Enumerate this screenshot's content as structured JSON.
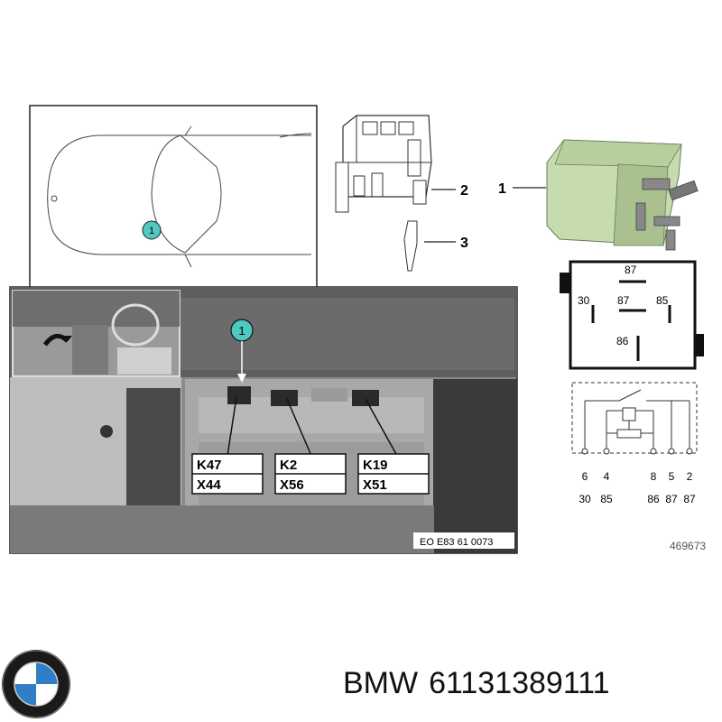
{
  "callouts": {
    "relay": "1",
    "housing": "2",
    "terminal": "3",
    "car_marker": "1",
    "photo_marker": "1"
  },
  "labels": [
    {
      "top": "K47",
      "bottom": "X44"
    },
    {
      "top": "K2",
      "bottom": "X56"
    },
    {
      "top": "K19",
      "bottom": "X51"
    }
  ],
  "photo_code": "EO E83 61 0073",
  "relay_pins": {
    "top": "87",
    "left": "30",
    "center": "87",
    "right": "85",
    "bottom": "86"
  },
  "schematic": {
    "pin_numbers": [
      "6",
      "4",
      "8",
      "5",
      "2"
    ],
    "pin_terminals": [
      "30",
      "85",
      "86",
      "87",
      "87"
    ]
  },
  "diagram_number": "469673",
  "caption": {
    "brand": "BMW",
    "part_number": "61131389111"
  },
  "colors": {
    "relay_green": "#c6dcae",
    "marker_teal": "#4fc8c0",
    "photo_gray": "#8a8a8a"
  }
}
